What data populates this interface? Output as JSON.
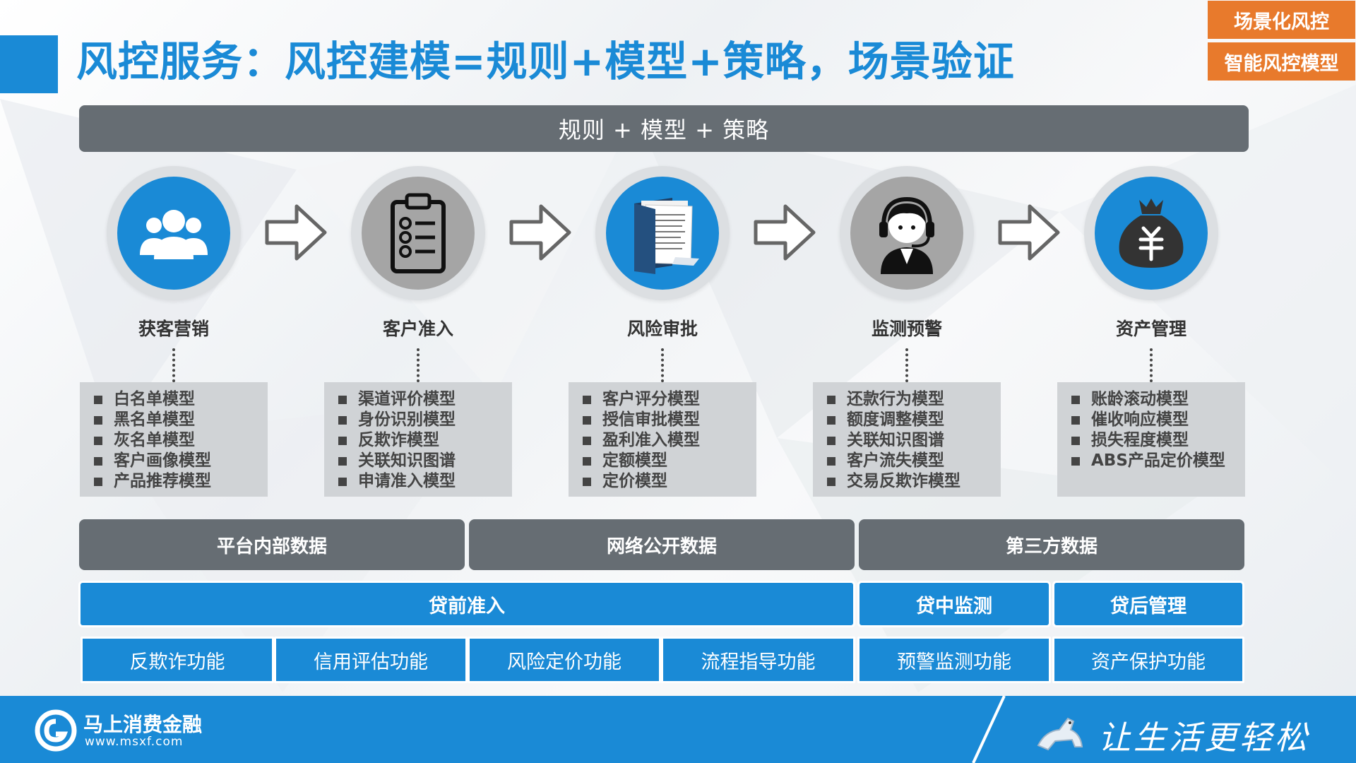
{
  "title": "风控服务：风控建模=规则+模型+策略，场景验证",
  "tags": [
    "场景化风控",
    "智能风控模型"
  ],
  "top_bar": "规则 + 模型 + 策略",
  "stages": [
    {
      "label": "获客营销",
      "icon": "users-icon",
      "models": [
        "白名单模型",
        "黑名单模型",
        "灰名单模型",
        "客户画像模型",
        "产品推荐模型"
      ]
    },
    {
      "label": "客户准入",
      "icon": "clipboard-checklist-icon",
      "models": [
        "渠道评价模型",
        "身份识别模型",
        "反欺诈模型",
        "关联知识图谱",
        "申请准入模型"
      ]
    },
    {
      "label": "风险审批",
      "icon": "document-folder-icon",
      "models": [
        "客户评分模型",
        "授信审批模型",
        "盈利准入模型",
        "定额模型",
        "定价模型"
      ]
    },
    {
      "label": "监测预警",
      "icon": "headset-agent-icon",
      "models": [
        "还款行为模型",
        "额度调整模型",
        "关联知识图谱",
        "客户流失模型",
        "交易反欺诈模型"
      ]
    },
    {
      "label": "资产管理",
      "icon": "money-bag-icon",
      "models": [
        "账龄滚动模型",
        "催收响应模型",
        "损失程度模型",
        "ABS产品定价模型"
      ]
    }
  ],
  "data_sources": [
    "平台内部数据",
    "网络公开数据",
    "第三方数据"
  ],
  "phases": [
    "贷前准入",
    "贷中监测",
    "贷后管理"
  ],
  "functions": [
    "反欺诈功能",
    "信用评估功能",
    "风险定价功能",
    "流程指导功能",
    "预警监测功能",
    "资产保护功能"
  ],
  "footer": {
    "company": "马上消费金融",
    "url": "www.msxf.com",
    "slogan": "让生活更轻松"
  },
  "colors": {
    "primary_blue": "#1a8ad6",
    "dark_grey": "#666d73",
    "orange": "#e87a2c",
    "panel_grey": "#d0d3d6"
  }
}
